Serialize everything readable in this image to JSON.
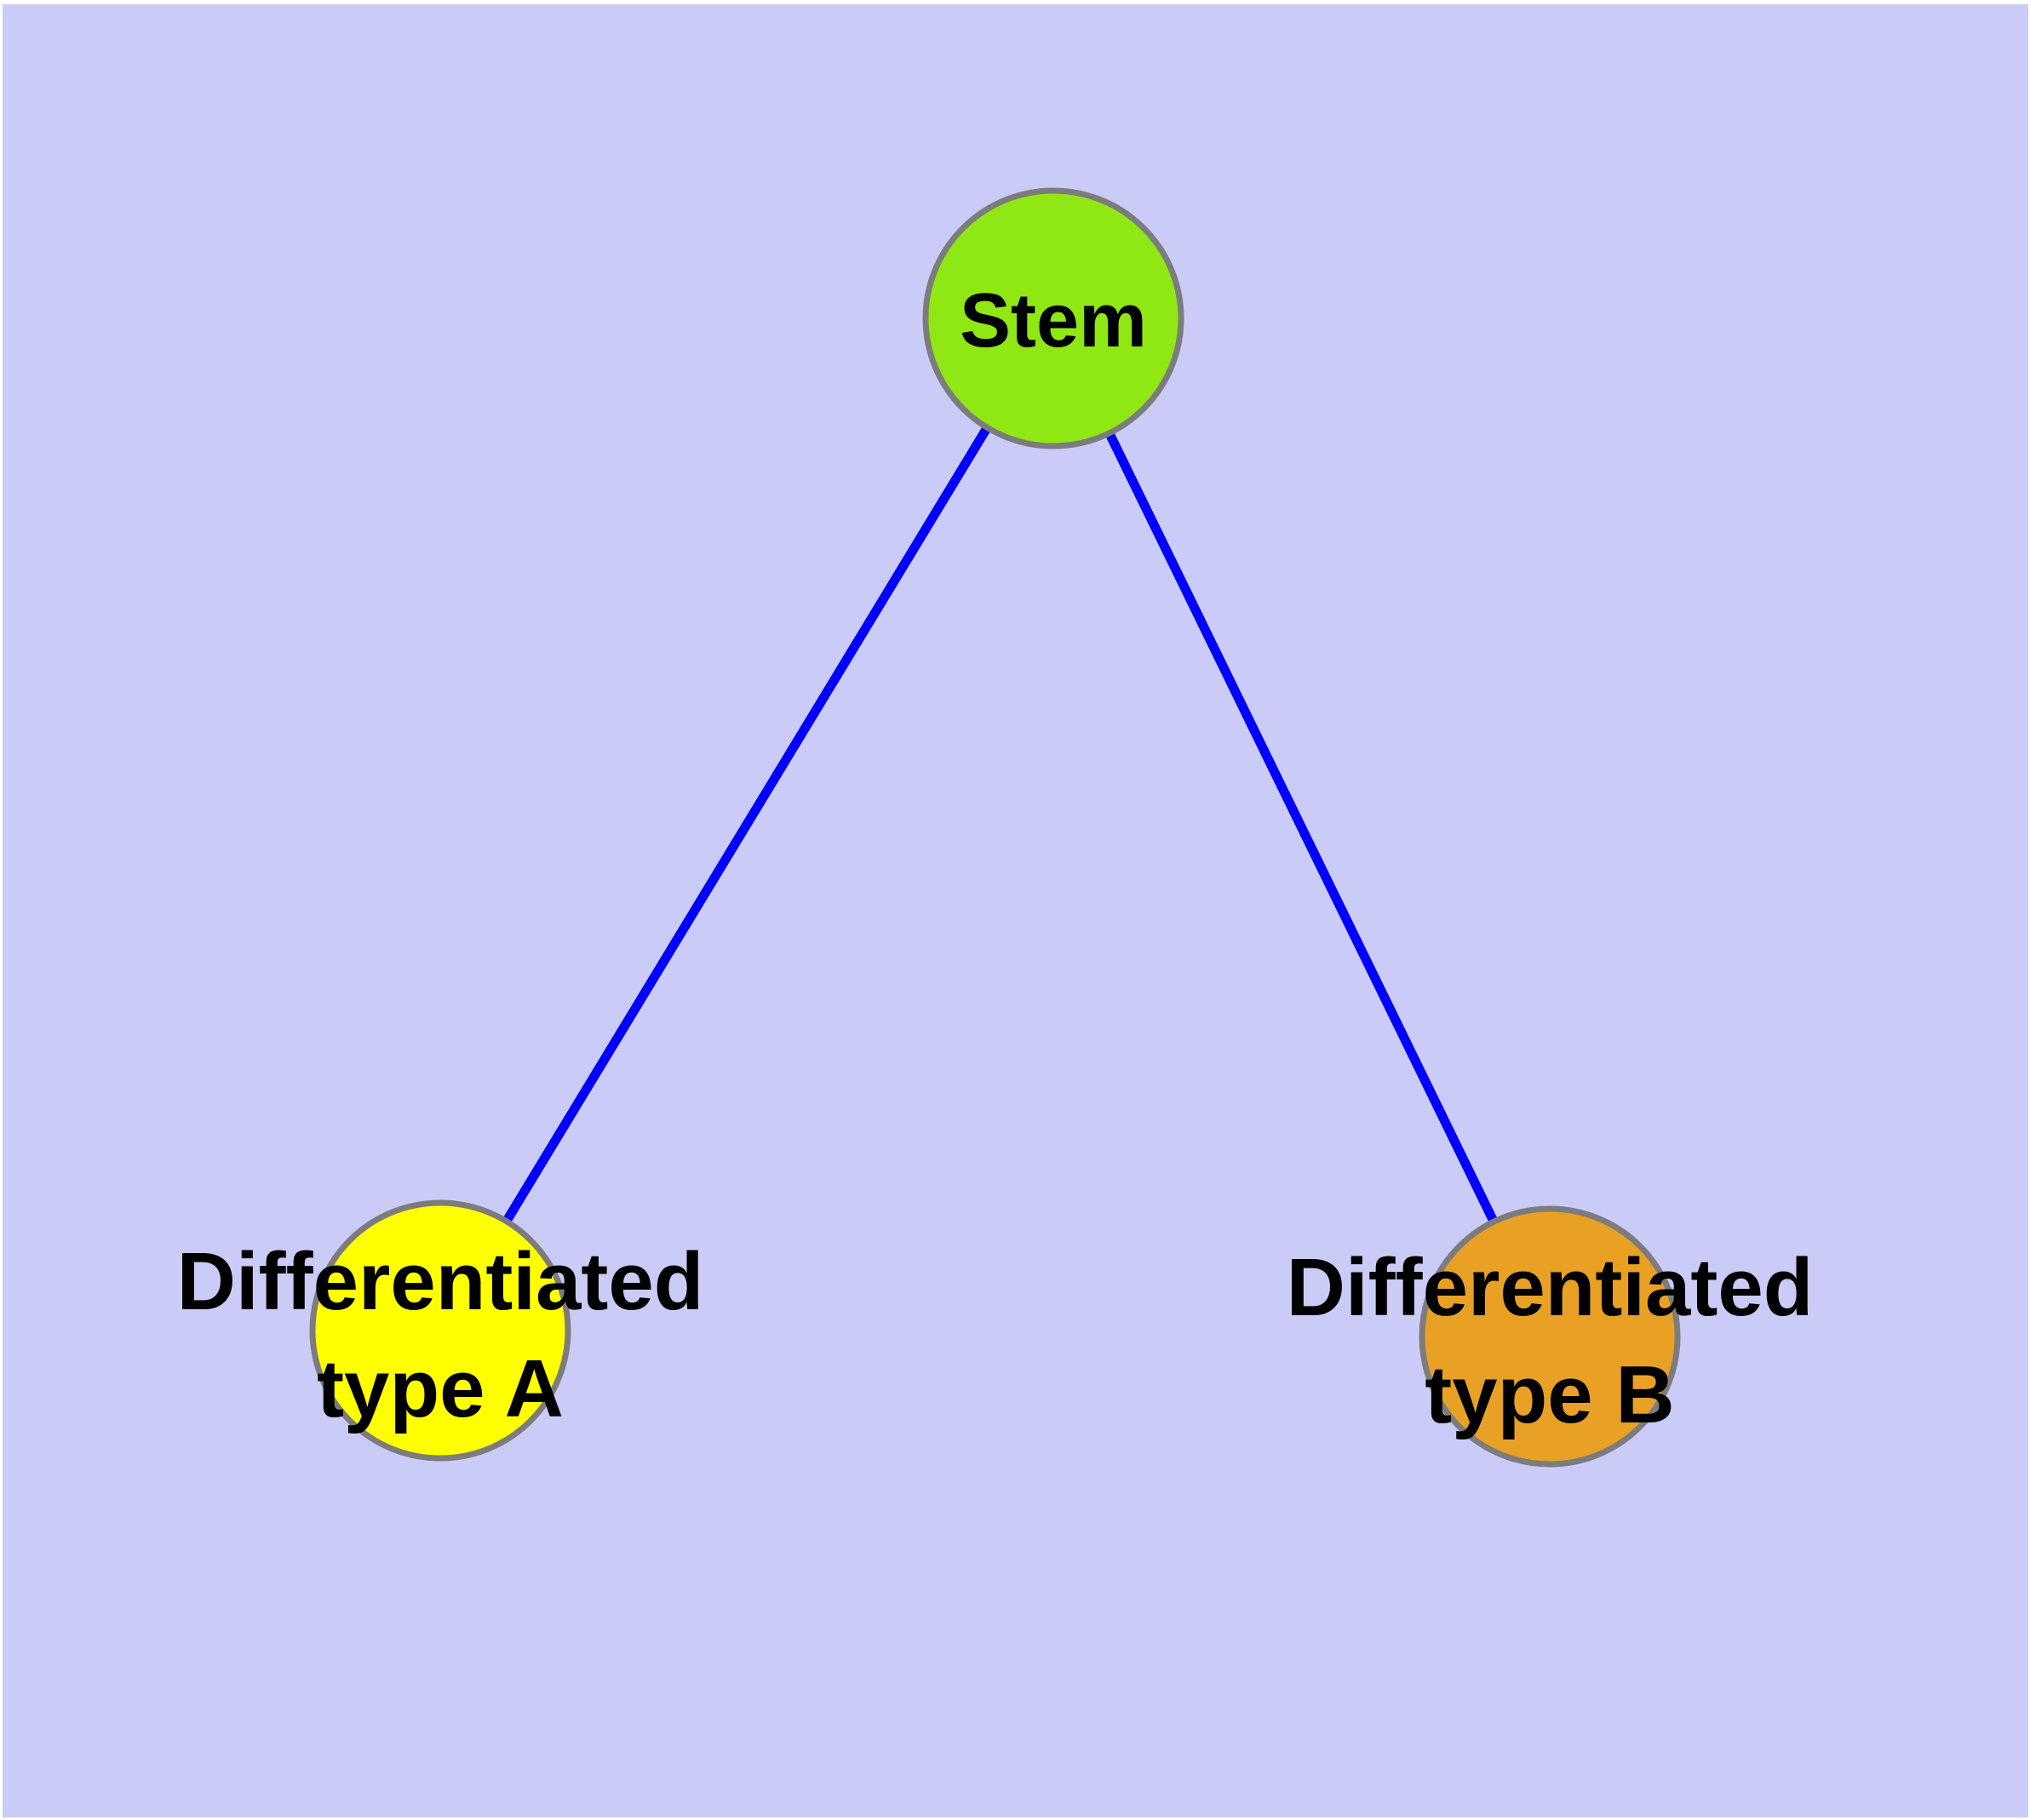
{
  "diagram": {
    "background_color": "#CBCBF8",
    "frame_color": "#FFFFFF",
    "edge_color": "#0000FF",
    "node_border_color": "#7C7C7C",
    "text_color": "#000000",
    "nodes": [
      {
        "id": "stem",
        "label": "Stem",
        "fill": "#8FE813"
      },
      {
        "id": "differentiated-type-a",
        "label_line1": "Differentiated",
        "label_line2": "type A",
        "fill": "#FFFF00"
      },
      {
        "id": "differentiated-type-b",
        "label_line1": "Differentiated",
        "label_line2": "type B",
        "fill": "#E8A125"
      }
    ],
    "edges": [
      {
        "from": "stem",
        "to": "differentiated-type-a"
      },
      {
        "from": "stem",
        "to": "differentiated-type-b"
      }
    ]
  }
}
